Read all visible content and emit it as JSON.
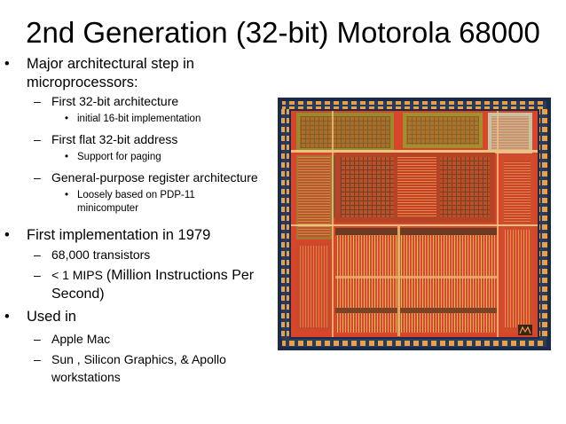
{
  "slide": {
    "title": "2nd Generation (32-bit) Motorola 68000",
    "bullets": {
      "b1": "Major architectural step in microprocessors:",
      "b1_1": "First 32-bit architecture",
      "b1_1_1": "initial 16-bit implementation",
      "b1_2": "First flat 32-bit address",
      "b1_2_1": "Support for paging",
      "b1_3": "General-purpose register architecture",
      "b1_3_1": "Loosely based on PDP-11 minicomputer",
      "b2": "First implementation in 1979",
      "b2_1": "68,000 transistors",
      "b2_2a": "< 1 MIPS",
      "b2_2b": "(Million Instructions Per Second)",
      "b3": "Used in",
      "b3_1": "Apple Mac",
      "b3_2": "Sun , Silicon Graphics, & Apollo workstations"
    },
    "markers": {
      "level1": "•",
      "level2": "–",
      "level3": "•"
    },
    "image": {
      "description_icon": "chip-die-photo",
      "colors": {
        "border": "#1c2b4a",
        "substrate": "#d8452a",
        "metal": "#f0a040",
        "dark": "#3a2418"
      }
    }
  }
}
